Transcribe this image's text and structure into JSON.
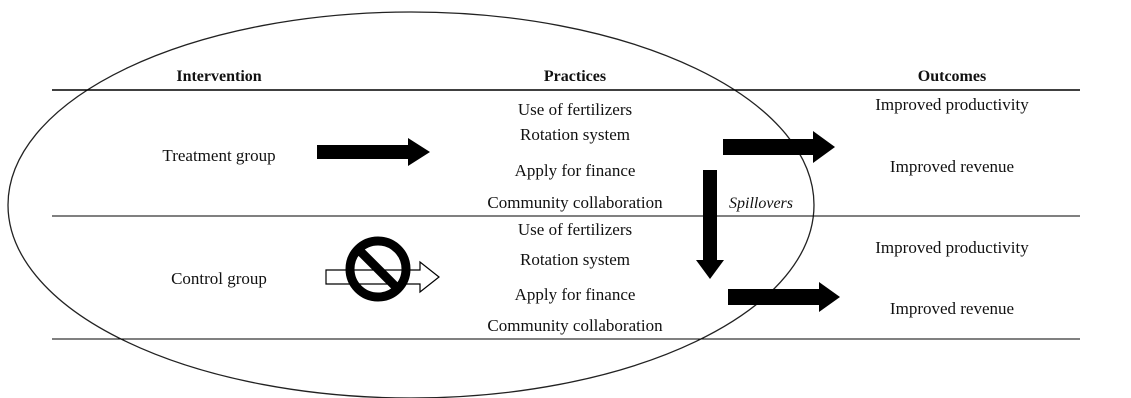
{
  "headers": {
    "intervention": "Intervention",
    "practices": "Practices",
    "outcomes": "Outcomes"
  },
  "groups": {
    "treatment": "Treatment group",
    "control": "Control group"
  },
  "practices_treatment": [
    "Use of fertilizers",
    "Rotation system",
    "Apply for finance",
    "Community collaboration"
  ],
  "practices_control": [
    "Use of fertilizers",
    "Rotation system",
    "Apply for finance",
    "Community collaboration"
  ],
  "outcomes_treatment": [
    "Improved productivity",
    "Improved revenue"
  ],
  "outcomes_control": [
    "Improved productivity",
    "Improved revenue"
  ],
  "spillovers_label": "Spillovers",
  "icons": {
    "treatment_arrow": "solid-right-arrow-icon",
    "control_arrow": "hollow-right-arrow-icon",
    "blocked": "prohibition-icon",
    "spillover_arrow": "down-arrow-icon"
  },
  "colors": {
    "ink": "#111111",
    "background": "#ffffff"
  }
}
